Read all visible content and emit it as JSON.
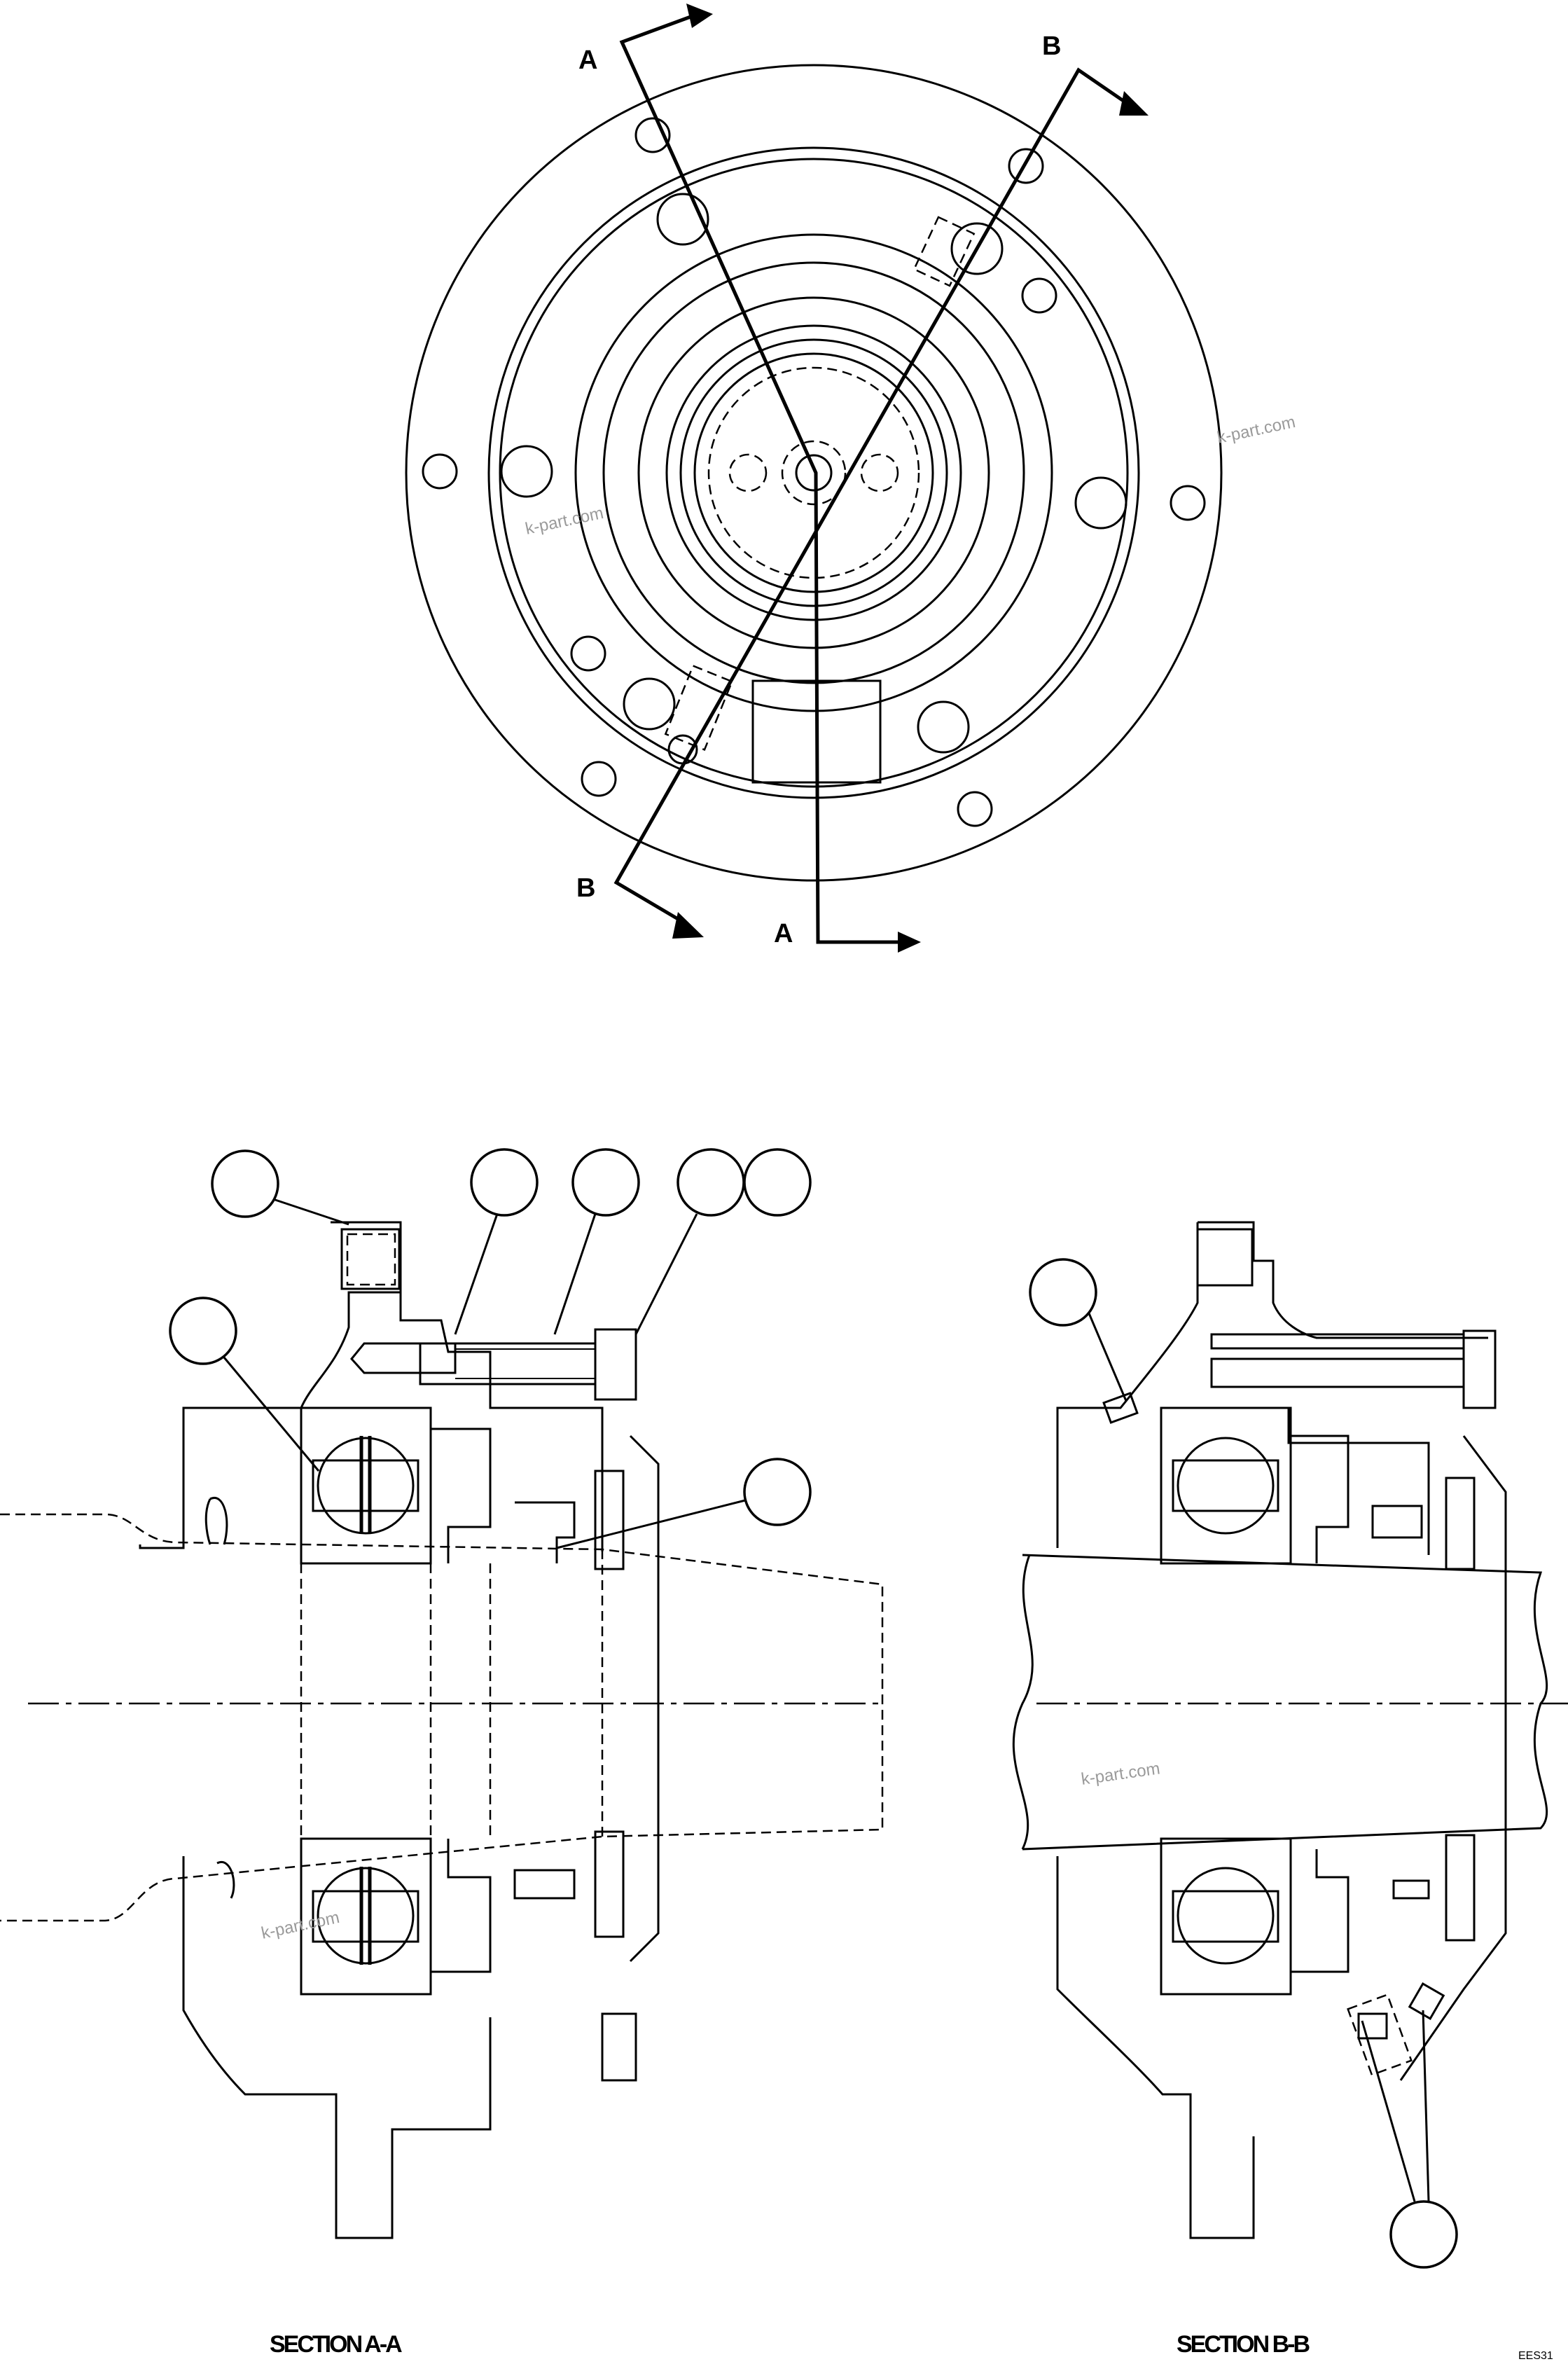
{
  "plan_view": {
    "cut_labels": [
      "A",
      "B",
      "B",
      "A"
    ]
  },
  "sections": [
    {
      "caption": "SECTION A-A"
    },
    {
      "caption": "SECTION B-B"
    }
  ],
  "watermarks": [
    "k-part.com",
    "k-part.com",
    "k-part.com",
    "k-part.com"
  ],
  "figure_code": "EES31"
}
